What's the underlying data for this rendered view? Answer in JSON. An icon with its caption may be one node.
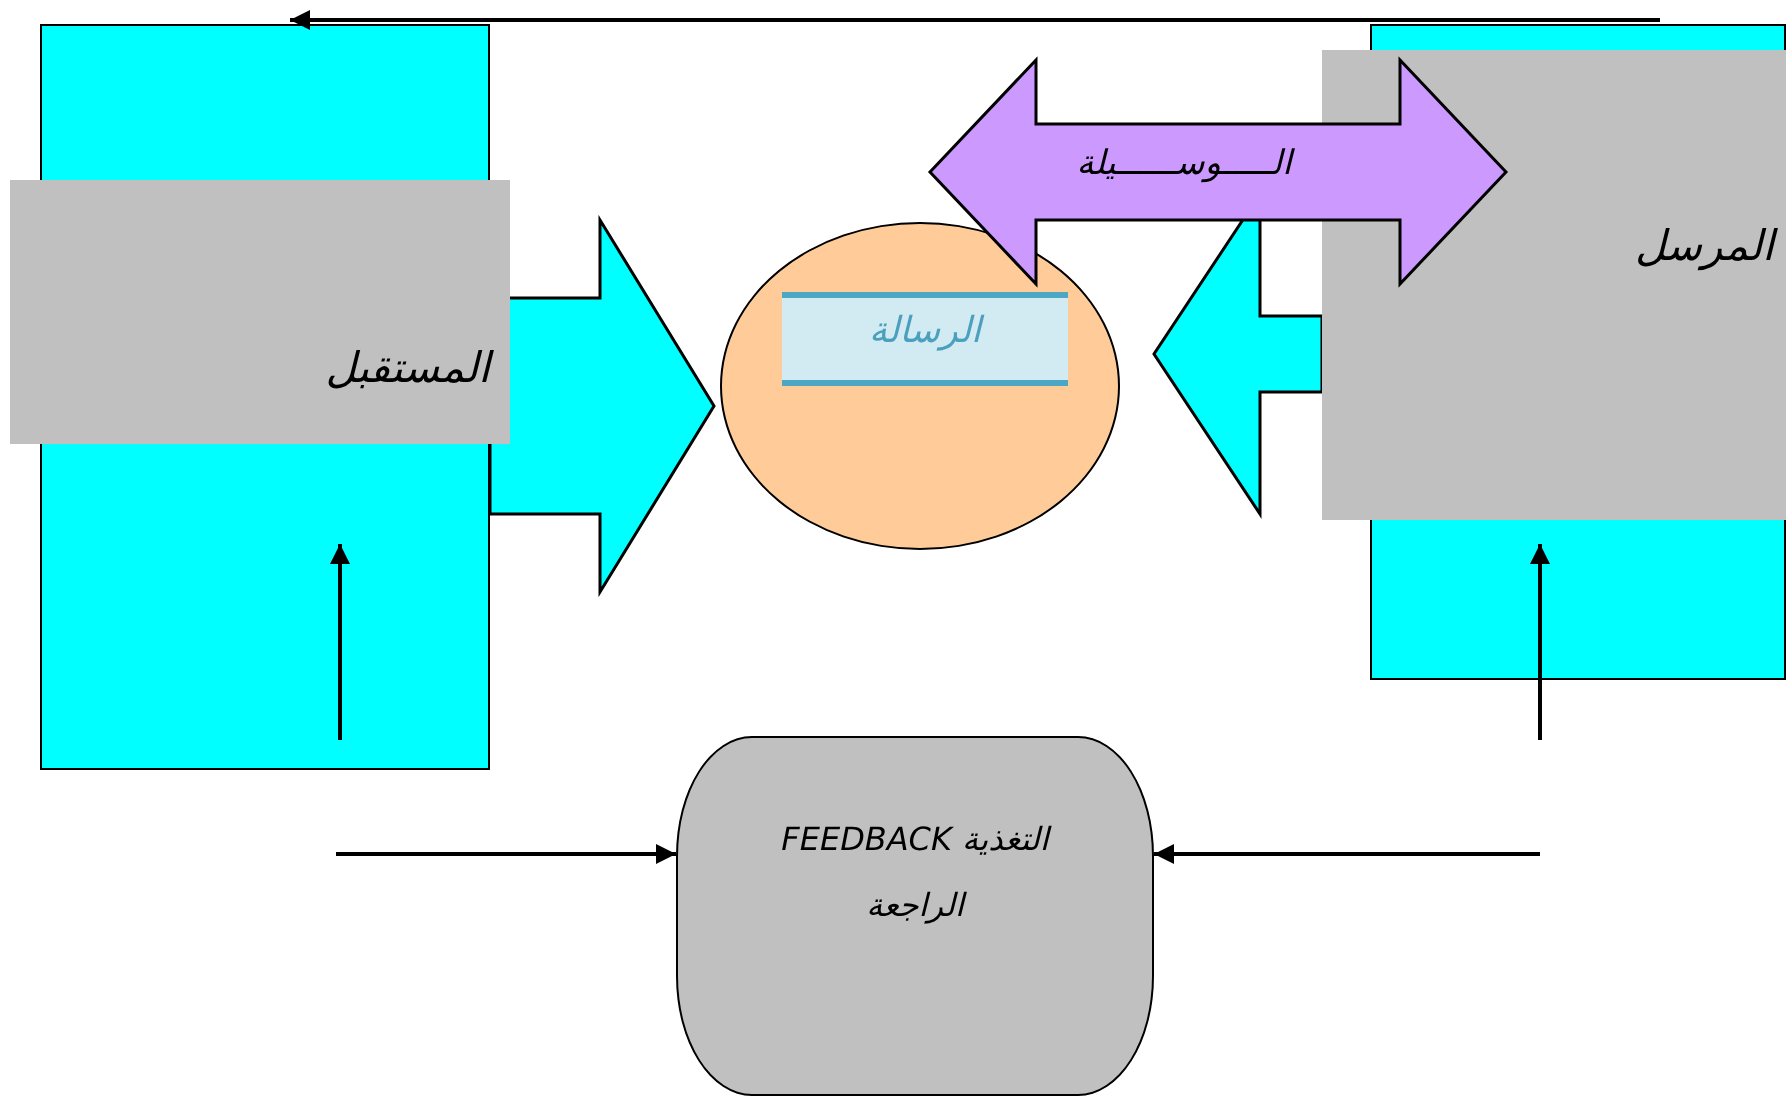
{
  "diagram": {
    "nodes": [
      {
        "text": [
          "المستقبل"
        ]
      },
      {
        "text": [
          "الرسالة"
        ]
      },
      {
        "text": [
          "المرسل"
        ]
      },
      {
        "text": [
          "التغذية FEEDBACK الراجعة"
        ]
      }
    ],
    "edges": [
      {
        "from": 2,
        "to": 0,
        "arrow": "to"
      },
      {
        "from": 0,
        "to": 1,
        "arrow": "to",
        "style": "thick",
        "color": "#00ffff"
      },
      {
        "from": 2,
        "to": 1,
        "arrow": "to",
        "style": "thick",
        "color": "#00ffff"
      },
      {
        "from": 1,
        "to": 2,
        "arrow": "both",
        "style": "thick",
        "color": "#cc99ff",
        "label": "الـــــوســــــيلة"
      },
      {
        "from": null,
        "to": 0,
        "arrow": "to"
      },
      {
        "from": null,
        "to": 2,
        "arrow": "to"
      },
      {
        "from": null,
        "to": 3,
        "arrow": "to"
      },
      {
        "from": null,
        "to": 3,
        "arrow": "to"
      }
    ]
  }
}
